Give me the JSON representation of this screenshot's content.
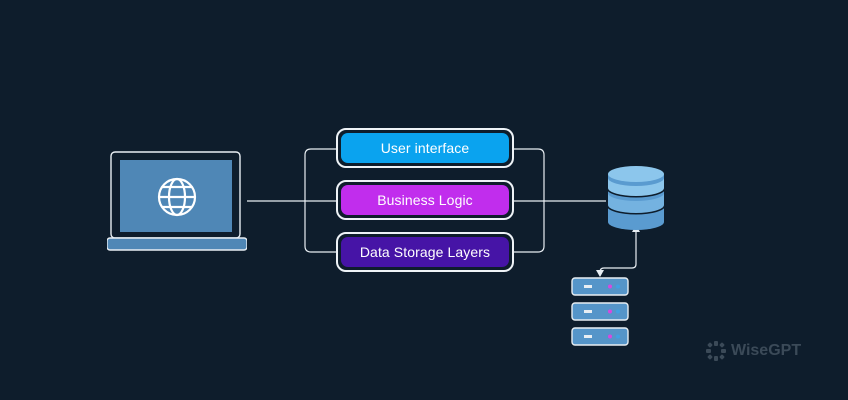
{
  "layers": [
    {
      "label": "User interface",
      "color": "#0aa3ef"
    },
    {
      "label": "Business Logic",
      "color": "#c12ded"
    },
    {
      "label": "Data Storage Layers",
      "color": "#4614a6"
    }
  ],
  "watermark": {
    "text": "WiseGPT"
  },
  "colors": {
    "background": "#0e1d2c",
    "line": "#e8eef3",
    "device_fill": "#4f87b6",
    "server_fill": "#5595c9",
    "db_light": "#8cc6ec",
    "db_mid": "#5a9bd0",
    "server_dot_pink": "#d649e0",
    "server_dot_blue": "#3fa1e4"
  }
}
